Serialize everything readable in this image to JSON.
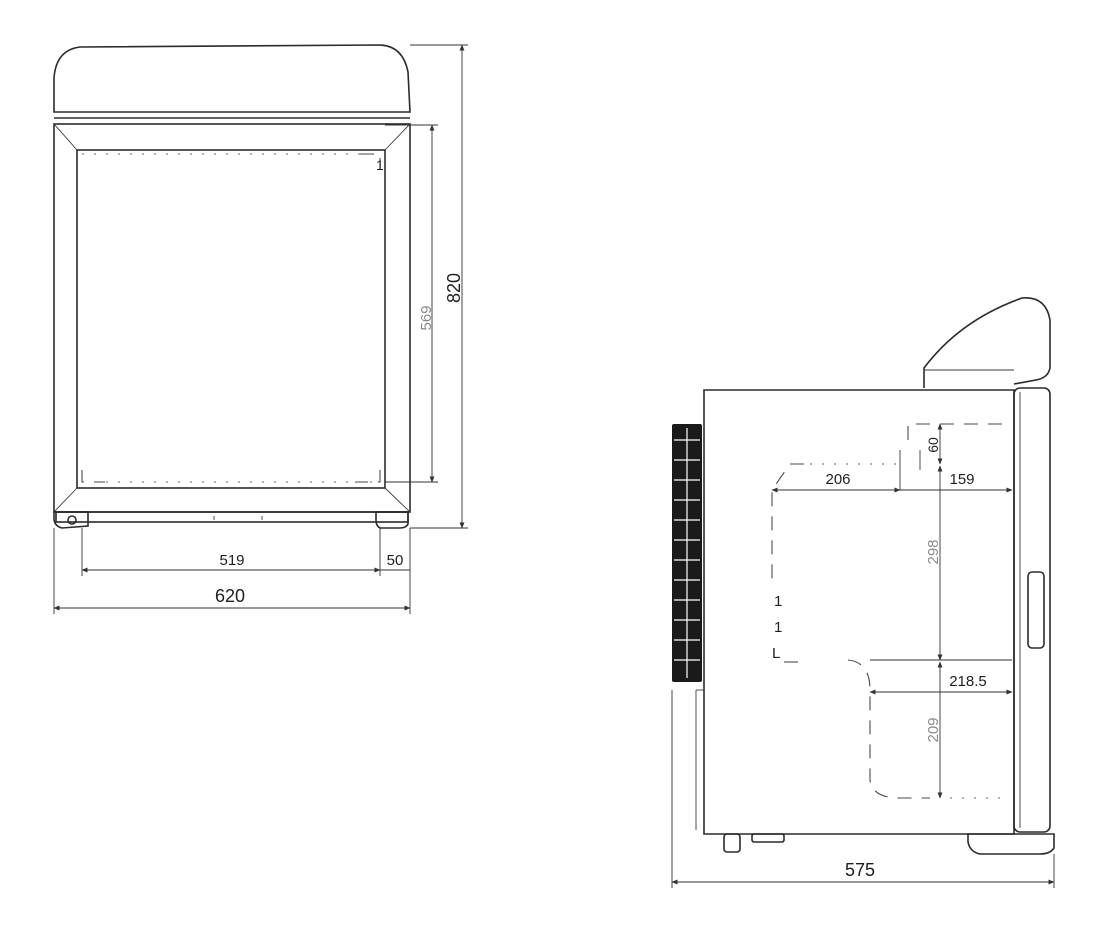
{
  "front_view": {
    "dimensions": {
      "overall_height": "820",
      "interior_height": "569",
      "interior_width": "519",
      "side_offset": "50",
      "overall_width": "620"
    },
    "marker": "1"
  },
  "side_view": {
    "dimensions": {
      "top_offset": "60",
      "cavity_width": "206",
      "door_gap": "159",
      "cavity_height": "298",
      "lower_depth": "218.5",
      "lower_height": "209",
      "overall_depth": "575"
    },
    "markers": [
      "1",
      "1",
      "L"
    ]
  }
}
